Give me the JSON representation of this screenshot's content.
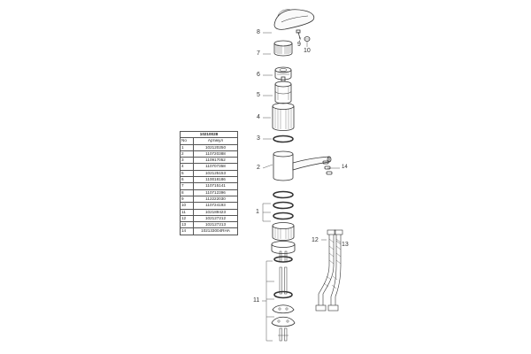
{
  "table": {
    "title": "10210028",
    "col_no": "No",
    "col_article": "Артикул",
    "rows": [
      {
        "no": "1",
        "article": "102120250"
      },
      {
        "no": "2",
        "article": "110720388"
      },
      {
        "no": "3",
        "article": "110917052"
      },
      {
        "no": "4",
        "article": "110707358"
      },
      {
        "no": "5",
        "article": "102125153"
      },
      {
        "no": "6",
        "article": "110018186"
      },
      {
        "no": "7",
        "article": "110715141"
      },
      {
        "no": "8",
        "article": "110712396"
      },
      {
        "no": "9",
        "article": "112222030"
      },
      {
        "no": "10",
        "article": "110724193"
      },
      {
        "no": "11",
        "article": "102189423"
      },
      {
        "no": "12",
        "article": "102127212"
      },
      {
        "no": "13",
        "article": "102127213"
      },
      {
        "no": "14",
        "article": "102133004RHA"
      }
    ]
  },
  "callouts": {
    "c8": "8",
    "c9": "9",
    "c10": "10",
    "c7": "7",
    "c6": "6",
    "c5": "5",
    "c4": "4",
    "c3": "3",
    "c2": "2",
    "c14": "14",
    "c1": "1",
    "c12": "12",
    "c13": "13",
    "c11": "11"
  }
}
